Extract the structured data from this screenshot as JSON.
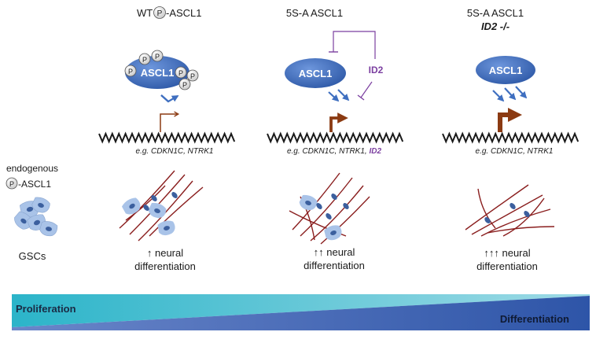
{
  "columns": [
    {
      "id": "wt",
      "title_prefix": "WT",
      "title_p": "P",
      "title_suffix": "-ASCL1",
      "title_full": "WT P-ASCL1",
      "protein_label": "ASCL1",
      "phospho_label": "P",
      "gene_example_prefix": "e.g.",
      "gene_example": "CDKN1C, NTRK1",
      "outcome_arrows": "↑",
      "outcome_line1": "neural",
      "outcome_line2": "differentiation"
    },
    {
      "id": "5sa",
      "title": "5S-A ASCL1",
      "protein_label": "ASCL1",
      "inhibitor_label": "ID2",
      "gene_example_prefix": "e.g.",
      "gene_example": "CDKN1C, NTRK1,",
      "gene_example_extra": "ID2",
      "outcome_arrows": "↑↑",
      "outcome_line1": "neural",
      "outcome_line2": "differentiation"
    },
    {
      "id": "5sa-id2ko",
      "title": "5S-A ASCL1",
      "subtitle": "ID2 -/-",
      "protein_label": "ASCL1",
      "gene_example_prefix": "e.g.",
      "gene_example": "CDKN1C, NTRK1",
      "outcome_arrows": "↑↑↑",
      "outcome_line1": "neural",
      "outcome_line2": "differentiation"
    }
  ],
  "endogenous": {
    "line1": "endogenous",
    "p": "P",
    "line2_suffix": "-ASCL1",
    "line2_full": "P-ASCL1",
    "cells_label": "GSCs"
  },
  "gradient": {
    "left_label": "Proliferation",
    "right_label": "Differentiation"
  },
  "colors": {
    "ascl1_blue": "#3f6fc0",
    "inhibitor_purple": "#7b3fa0",
    "promoter_brown": "#8b3a12",
    "neuron_red": "#8a1e1e",
    "gradient_teal": "#2bb4c9",
    "gradient_blue": "#2e55a8",
    "cell_light": "#a9c3e8",
    "cell_dark": "#3b5f9e"
  },
  "icons": {
    "phospho": "circled-p-icon",
    "activation": "double-arrow-icon",
    "promoter": "bent-arrow-icon",
    "repression": "t-bar-icon",
    "dna": "zigzag-dna-icon"
  }
}
